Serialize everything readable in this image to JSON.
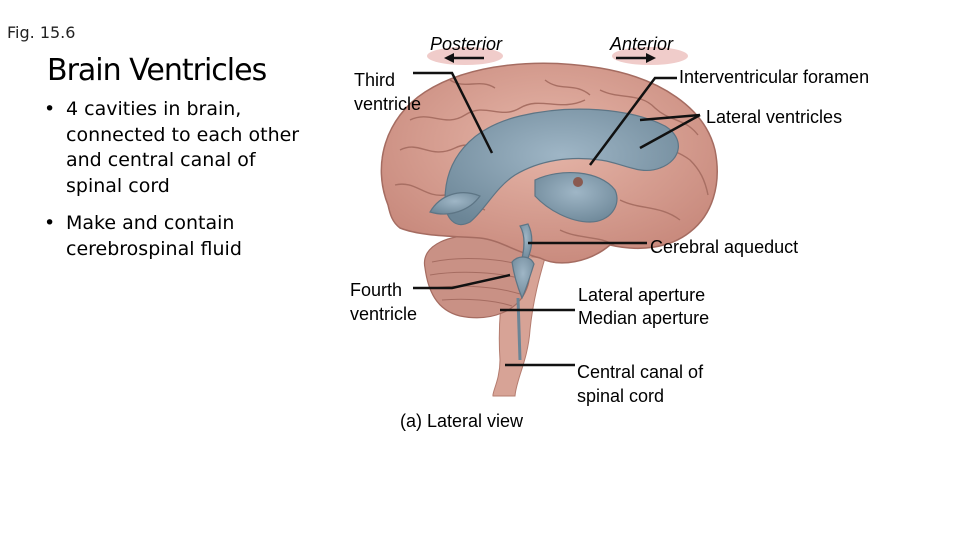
{
  "figure_number": "Fig. 15.6",
  "title": "Brain Ventricles",
  "bullets": [
    "4 cavities in brain, connected to each other and central canal of spinal cord",
    "Make and contain cerebrospinal fluid"
  ],
  "bullet_glyph": "•",
  "orientation": {
    "posterior": "Posterior",
    "anterior": "Anterior"
  },
  "labels": {
    "third_ventricle": "Third ventricle",
    "interventricular_foramen": "Interventricular foramen",
    "lateral_ventricles": "Lateral ventricles",
    "cerebral_aqueduct": "Cerebral aqueduct",
    "fourth_ventricle": "Fourth ventricle",
    "lateral_aperture": "Lateral aperture",
    "median_aperture": "Median aperture",
    "central_canal": "Central canal of spinal cord"
  },
  "caption": "(a) Lateral view",
  "colors": {
    "brain": "#d9a194",
    "brain_dark": "#b8776b",
    "cerebellum": "#c99185",
    "brainstem": "#d7a396",
    "ventricle": "#7f97a8",
    "arrow_glow": "#e8b1ad"
  }
}
